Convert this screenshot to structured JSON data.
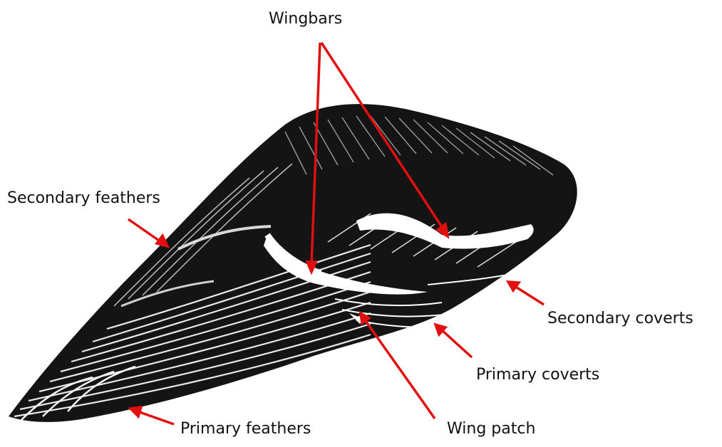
{
  "labels": {
    "wingbars": "Wingbars",
    "secondary_feathers": "Secondary feathers",
    "secondary_coverts": "Secondary coverts",
    "primary_coverts": "Primary coverts",
    "primary_feathers": "Primary feathers",
    "wing_patch": "Wing patch"
  },
  "colors": {
    "arrow": "#e01010",
    "feather_dark": "#111111",
    "feather_light": "#ffffff",
    "background": "#ffffff"
  }
}
